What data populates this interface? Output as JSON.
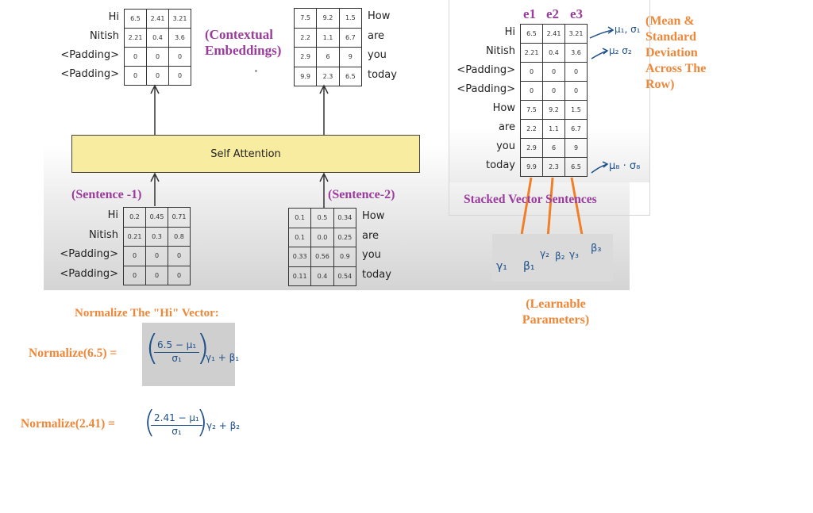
{
  "colors": {
    "purple": "#9a3c9c",
    "orange": "#ef8739",
    "attention_fill": "#f8eca0",
    "handwriting": "#1d4f8a"
  },
  "contextual": {
    "caption": "(Contextual Embeddings)",
    "sentence1": {
      "labels": [
        "Hi",
        "Nitish",
        "<Padding>",
        "<Padding>"
      ],
      "rows": [
        [
          "6.5",
          "2.41",
          "3.21"
        ],
        [
          "2.21",
          "0.4",
          "3.6"
        ],
        [
          "0",
          "0",
          "0"
        ],
        [
          "0",
          "0",
          "0"
        ]
      ]
    },
    "sentence2": {
      "labels": [
        "How",
        "are",
        "you",
        "today"
      ],
      "rows": [
        [
          "7.5",
          "9.2",
          "1.5"
        ],
        [
          "2.2",
          "1.1",
          "6.7"
        ],
        [
          "2.9",
          "6",
          "9"
        ],
        [
          "9.9",
          "2.3",
          "6.5"
        ]
      ]
    }
  },
  "self_attention": {
    "label": "Self Attention"
  },
  "inputs": {
    "sentence1": {
      "caption": "(Sentence -1)",
      "labels": [
        "Hi",
        "Nitish",
        "<Padding>",
        "<Padding>"
      ],
      "rows": [
        [
          "0.2",
          "0.45",
          "0.71"
        ],
        [
          "0.21",
          "0.3",
          "0.8"
        ],
        [
          "0",
          "0",
          "0"
        ],
        [
          "0",
          "0",
          "0"
        ]
      ]
    },
    "sentence2": {
      "caption": "(Sentence-2)",
      "labels": [
        "How",
        "are",
        "you",
        "today"
      ],
      "rows": [
        [
          "0.1",
          "0.5",
          "0.34"
        ],
        [
          "0.1",
          "0.0",
          "0.25"
        ],
        [
          "0.33",
          "0.56",
          "0.9"
        ],
        [
          "0.11",
          "0.4",
          "0.54"
        ]
      ]
    }
  },
  "stacked": {
    "headers": [
      "e1",
      "e2",
      "e3"
    ],
    "labels": [
      "Hi",
      "Nitish",
      "<Padding>",
      "<Padding>",
      "How",
      "are",
      "you",
      "today"
    ],
    "rows": [
      [
        "6.5",
        "2.41",
        "3.21"
      ],
      [
        "2.21",
        "0.4",
        "3.6"
      ],
      [
        "0",
        "0",
        "0"
      ],
      [
        "0",
        "0",
        "0"
      ],
      [
        "7.5",
        "9.2",
        "1.5"
      ],
      [
        "2.2",
        "1.1",
        "6.7"
      ],
      [
        "2.9",
        "6",
        "9"
      ],
      [
        "9.9",
        "2.3",
        "6.5"
      ]
    ],
    "annotations": [
      "μ₁, σ₁",
      "μ₂ σ₂",
      "μ₈ · σ₈"
    ],
    "caption": "Stacked Vector Sentences",
    "stats_note": "(Mean & Standard Deviation Across The Row)"
  },
  "params": {
    "symbols": [
      "γ₁",
      "β₁",
      "γ₂",
      "β₂",
      "γ₃",
      "β₃"
    ],
    "caption": "(Learnable Parameters)"
  },
  "normalize": {
    "heading": "Normalize The \"Hi\" Vector:",
    "eq1": {
      "label": "Normalize(6.5) =",
      "numerator": "6.5 − μ₁",
      "denominator": "σ₁",
      "tail": "γ₁ + β₁"
    },
    "eq2": {
      "label": "Normalize(2.41) =",
      "numerator": "2.41 − μ₁",
      "denominator": "σ₁",
      "tail": "γ₂ + β₂"
    }
  }
}
